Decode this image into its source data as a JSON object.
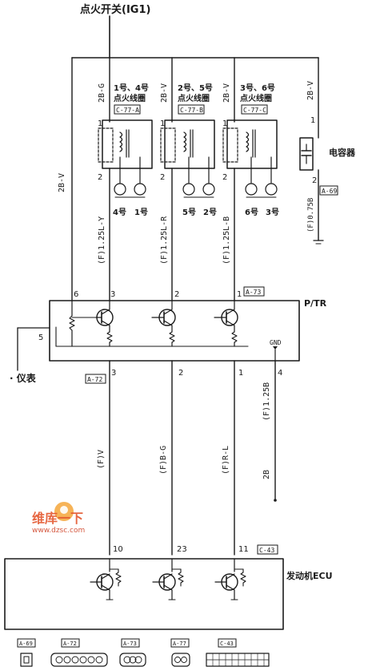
{
  "ignition_label": "点火开关(IG1)",
  "coil1": {
    "title1": "1号、4号",
    "title2": "点火线圈",
    "conn": "C-77-A",
    "wire_top": "2B-G",
    "wire_bot": "(F)1.25L-Y",
    "pin_top": "1",
    "pin_bot": "2",
    "plug_a": "4号",
    "plug_b": "1号"
  },
  "coil2": {
    "title1": "2号、5号",
    "title2": "点火线圈",
    "conn": "C-77-B",
    "wire_top": "2B-V",
    "wire_bot": "(F)1.25L-R",
    "pin_top": "1",
    "pin_bot": "2",
    "plug_a": "5号",
    "plug_b": "2号"
  },
  "coil3": {
    "title1": "3号、6号",
    "title2": "点火线圈",
    "conn": "C-77-C",
    "wire_top": "2B-V",
    "wire_bot": "(F)1.25L-B",
    "pin_top": "1",
    "pin_bot": "2",
    "plug_a": "6号",
    "plug_b": "3号"
  },
  "capacitor": {
    "label": "电容器",
    "wire_top": "2B-V",
    "wire_bot": "(F)0.75B",
    "pin_top": "1",
    "pin_bot": "2",
    "conn": "A-69"
  },
  "left_wire": "2B-V",
  "ptr": {
    "label": "P/TR",
    "conn": "A-73",
    "conn_bottom": "A-72",
    "gnd": "GND",
    "pin_top_6": "6",
    "pin_top_3": "3",
    "pin_top_2": "2",
    "pin_top_1": "1",
    "pin_left_5": "5",
    "pin_bot_3": "3",
    "pin_bot_2": "2",
    "pin_bot_1": "1",
    "pin_bot_4": "4"
  },
  "meter_label": "· 仪表",
  "lower_wires": {
    "w1": "(F)V",
    "w2": "(F)B-G",
    "w3": "(F)R-L",
    "w4": "(F)1.25B",
    "w4b": "2B"
  },
  "ecu": {
    "label": "发动机ECU",
    "conn": "C-43",
    "pin_10": "10",
    "pin_23": "23",
    "pin_11": "11"
  },
  "watermark": {
    "line1": "维库一下",
    "line2": "www.dzsc.com"
  },
  "legend": {
    "c1": "A-69",
    "c2": "A-72",
    "c3": "A-73",
    "c4": "A-77",
    "c5": "C-43"
  }
}
